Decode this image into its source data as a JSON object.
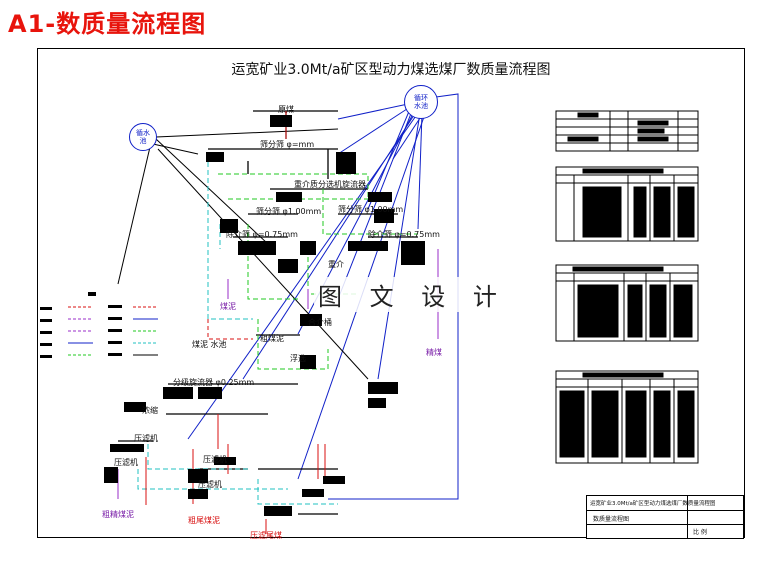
{
  "header": {
    "title": "A1-数质量流程图"
  },
  "drawing": {
    "title": "运宽矿业3.0Mt/a矿区型动力煤选煤厂数质量流程图",
    "watermark": "图 文 设 计"
  },
  "nodes": {
    "circ_water_top": "循环\n水池",
    "circ_water_left": "循水\n池"
  },
  "labels": {
    "raw_coal": "原煤",
    "screen_a": "筛分筛 φ=mm",
    "sort_a": "重介质分选机旋流器",
    "screen_b": "筛分筛 φ1.00mm",
    "screen_c": "筛分筛 φ1.00mm",
    "screen_d": "除介筛 φ=0.75mm",
    "screen_e": "除介筛 φ=0.75mm",
    "dense": "重介",
    "slime": "煤泥",
    "float_a": "粗煤泥",
    "mix_a": "合介桶",
    "mix_b": "浮选",
    "pipe_a": "煤泥 水池",
    "pipe_b": "分级旋流器 φ0.25mm",
    "tank": "浓缩",
    "dry_a": "压滤机",
    "dry_b": "压滤机",
    "dry_c": "压滤机",
    "dry_d": "压滤机",
    "out_a": "精煤",
    "out_b": "粗精煤泥",
    "out_c": "粗尾煤泥",
    "out_d": "压滤尾煤"
  },
  "titleblock": {
    "name": "运宽矿业3.0Mt/a矿区型动力煤选煤厂数质量流程图",
    "sub": "数质量流程图",
    "scale": "比 例"
  },
  "colors": {
    "title_red": "#e8140c",
    "line_blue": "#1020c8",
    "line_red": "#d81010",
    "line_green": "#22c822",
    "line_cyan": "#20c0c0",
    "line_purple": "#9a2cc8",
    "line_black": "#000000"
  }
}
